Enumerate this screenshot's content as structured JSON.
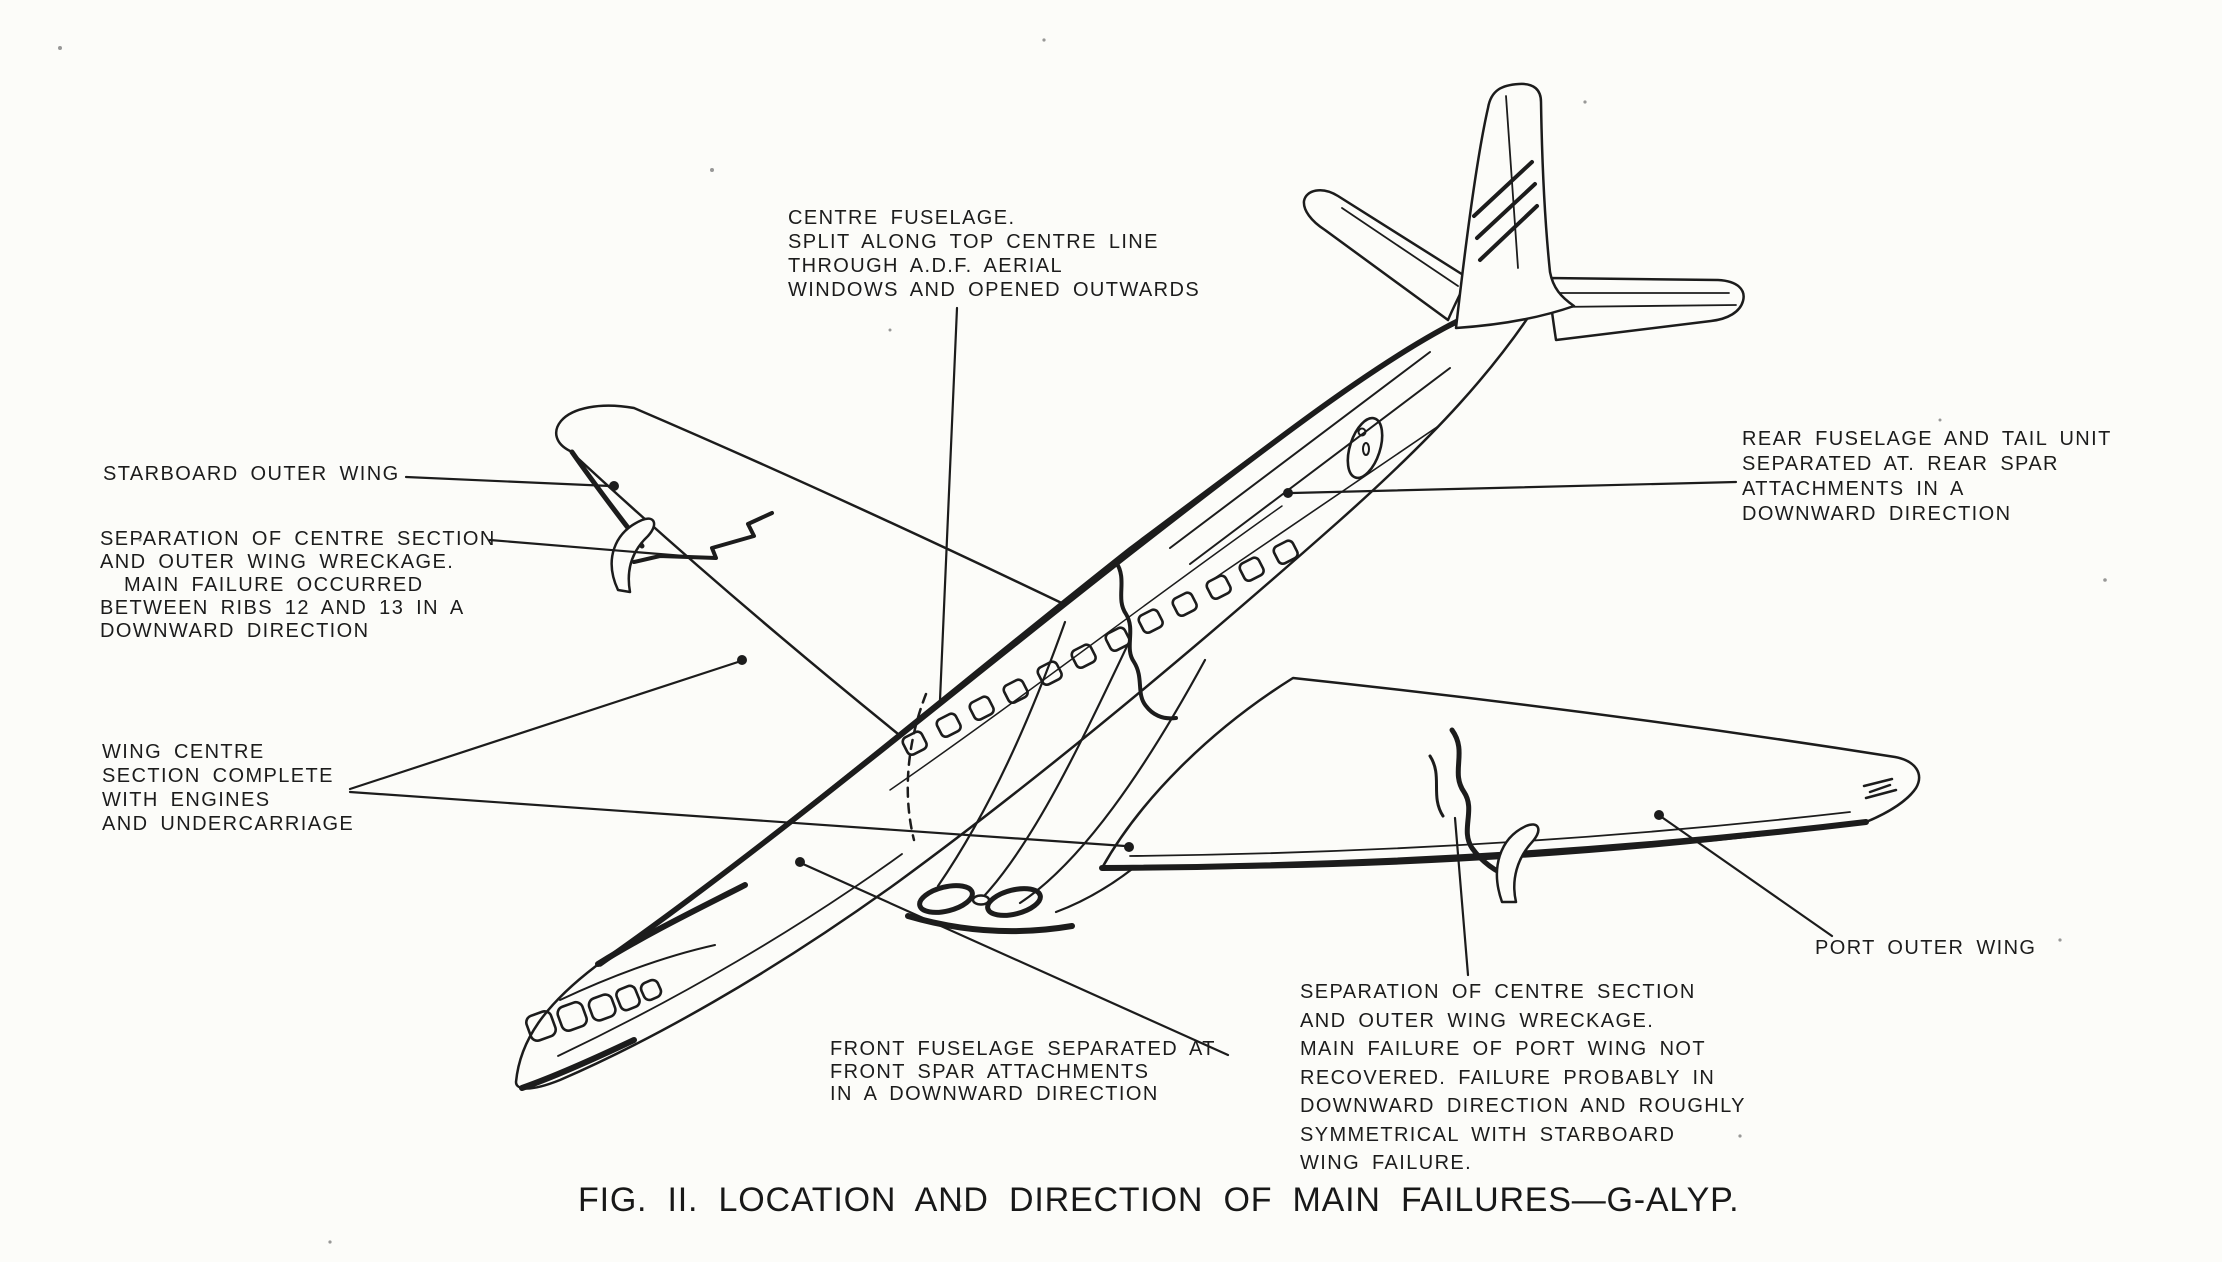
{
  "figure": {
    "caption": "FIG. II.  LOCATION AND DIRECTION OF MAIN FAILURES—G-ALYP.",
    "ink_color": "#1c1c1c",
    "paper_color": "#fcfcf9",
    "subject": "aircraft-failure-diagram"
  },
  "annotations": {
    "centre_fuselage": {
      "lines": [
        "CENTRE FUSELAGE.",
        "SPLIT ALONG TOP CENTRE LINE",
        "THROUGH A.D.F. AERIAL",
        "WINDOWS AND OPENED OUTWARDS"
      ]
    },
    "starboard_outer_wing": {
      "text": "STARBOARD OUTER WING"
    },
    "separation_starboard": {
      "lines": [
        "SEPARATION OF CENTRE SECTION",
        "AND OUTER WING WRECKAGE.",
        "MAIN FAILURE OCCURRED",
        "BETWEEN RIBS 12 AND 13 IN A",
        "DOWNWARD DIRECTION"
      ]
    },
    "wing_centre_section": {
      "lines": [
        "WING CENTRE",
        "SECTION COMPLETE",
        "WITH ENGINES",
        "AND UNDERCARRIAGE"
      ]
    },
    "rear_fuselage": {
      "lines": [
        "REAR FUSELAGE AND TAIL UNIT",
        "SEPARATED AT. REAR SPAR",
        "ATTACHMENTS IN A",
        "DOWNWARD DIRECTION"
      ]
    },
    "port_outer_wing": {
      "text": "PORT OUTER WING"
    },
    "front_fuselage": {
      "lines": [
        "FRONT FUSELAGE SEPARATED AT",
        "FRONT SPAR ATTACHMENTS",
        "IN A DOWNWARD DIRECTION"
      ]
    },
    "separation_port": {
      "lines": [
        "SEPARATION OF CENTRE SECTION",
        "AND OUTER WING WRECKAGE.",
        "MAIN FAILURE OF PORT WING NOT",
        "RECOVERED.  FAILURE  PROBABLY IN",
        "DOWNWARD DIRECTION AND ROUGHLY",
        "SYMMETRICAL WITH STARBOARD",
        "WING FAILURE."
      ]
    }
  }
}
